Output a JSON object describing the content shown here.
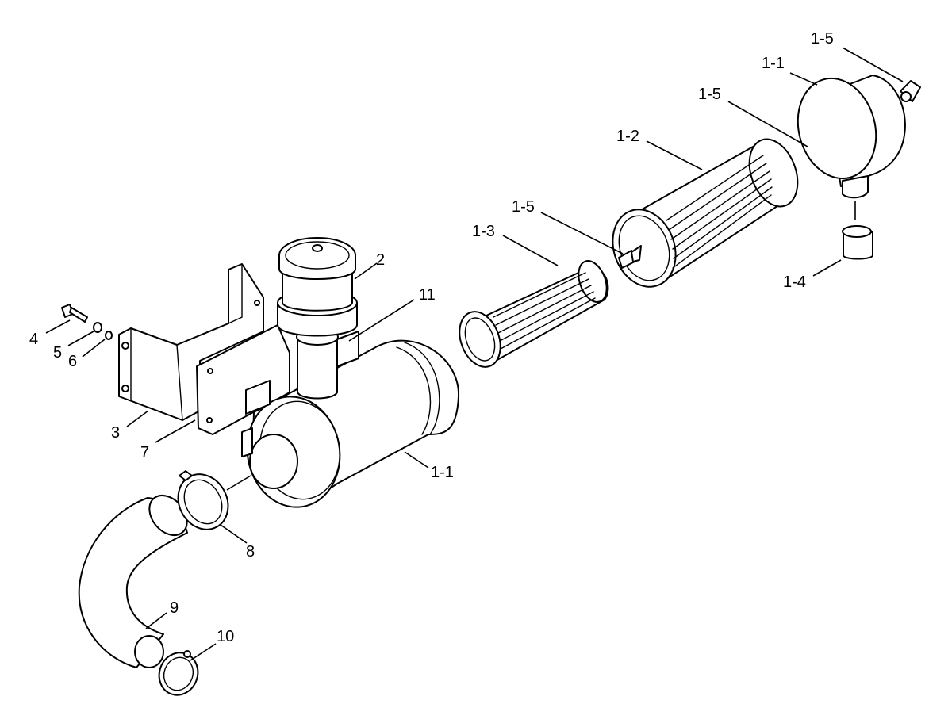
{
  "callouts": {
    "c_1_5_top": "1-5",
    "c_1_1_top": "1-1",
    "c_1_5_mid": "1-5",
    "c_1_2": "1-2",
    "c_1_5_low": "1-5",
    "c_1_3": "1-3",
    "c_1_4": "1-4",
    "c_2": "2",
    "c_11": "11",
    "c_4": "4",
    "c_5": "5",
    "c_6": "6",
    "c_3": "3",
    "c_7": "7",
    "c_1_1_main": "1-1",
    "c_8": "8",
    "c_9": "9",
    "c_10": "10"
  }
}
